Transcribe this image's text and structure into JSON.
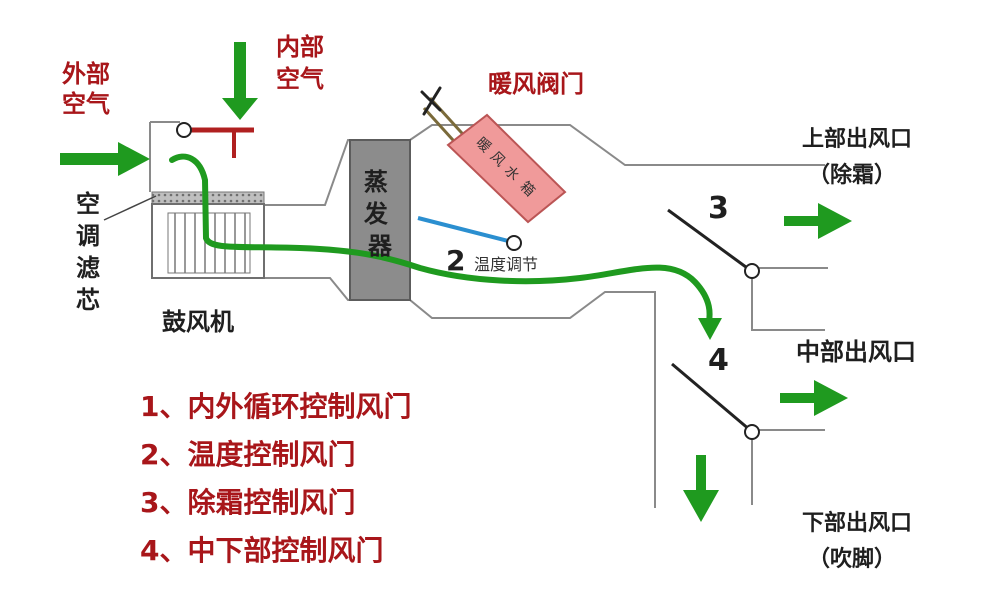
{
  "labels": {
    "outside_air": [
      "外部",
      "空气"
    ],
    "inside_air": [
      "内部",
      "空气"
    ],
    "filter": [
      "空",
      "调",
      "滤",
      "芯"
    ],
    "blower": "鼓风机",
    "evaporator": [
      "蒸",
      "发",
      "器"
    ],
    "heater_valve": "暖风阀门",
    "heater_core": [
      "暖",
      "风",
      "水",
      "箱"
    ],
    "temp_adjust": "温度调节",
    "upper_vent": [
      "上部出风口",
      "（除霜）"
    ],
    "middle_vent": "中部出风口",
    "lower_vent": [
      "下部出风口",
      "（吹脚）"
    ]
  },
  "door_numbers": {
    "d2": "2",
    "d3": "3",
    "d4": "4"
  },
  "legend": [
    "1、内外循环控制风门",
    "2、温度控制风门",
    "3、除霜控制风门",
    "4、中下部控制风门"
  ],
  "colors": {
    "label_red": "#a8161a",
    "arrow_green": "#1f9a1f",
    "heater_fill": "#f09a9a",
    "evaporator_fill": "#8c8c8c",
    "temp_door": "#2b8fd0"
  }
}
